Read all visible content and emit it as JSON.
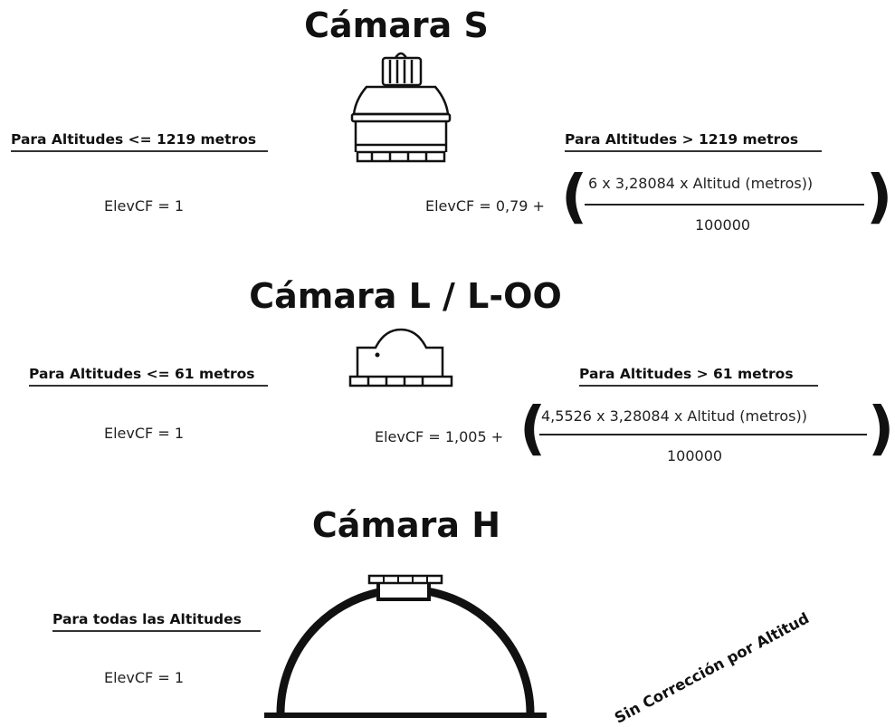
{
  "camera_s": {
    "title": "Cámara S",
    "low": {
      "heading": "Para Altitudes <= 1219 metros",
      "formula": "ElevCF = 1"
    },
    "high": {
      "heading": "Para Altitudes > 1219 metros",
      "prefix": "ElevCF = 0,79 +",
      "numerator": "6  x  3,28084  x  Altitud (metros))",
      "denominator": "100000"
    }
  },
  "camera_l": {
    "title": "Cámara L / L-OO",
    "low": {
      "heading": "Para Altitudes <= 61 metros",
      "formula": "ElevCF = 1"
    },
    "high": {
      "heading": "Para Altitudes > 61 metros",
      "prefix": "ElevCF = 1,005 +",
      "numerator": "4,5526 x 3,28084 x  Altitud (metros))",
      "denominator": "100000"
    }
  },
  "camera_h": {
    "title": "Cámara H",
    "all": {
      "heading": "Para todas las Altitudes",
      "formula": "ElevCF = 1"
    },
    "note": "Sin Corrección por Altitud"
  },
  "icons": [
    "camera-s-icon",
    "camera-l-icon",
    "camera-h-dome-icon"
  ]
}
